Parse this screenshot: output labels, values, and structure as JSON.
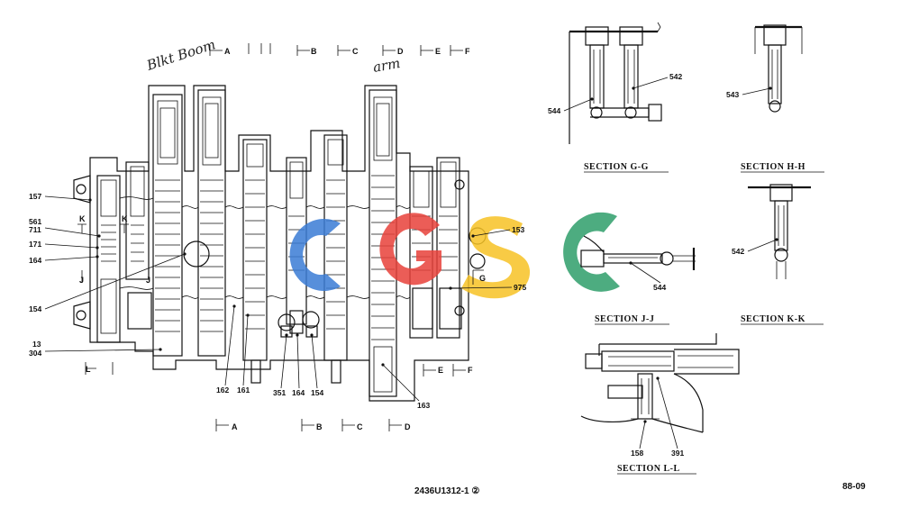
{
  "handwriting": {
    "boom": "Blkt Boom",
    "arm": "arm"
  },
  "cut_lines_top": [
    "A",
    "B",
    "C",
    "D",
    "E",
    "F"
  ],
  "cut_lines_bottom": [
    "A",
    "B",
    "C",
    "D",
    "E",
    "F",
    "L"
  ],
  "side_markers": [
    "K",
    "K",
    "J",
    "J",
    "G"
  ],
  "labels": {
    "l157": "157",
    "l561": "561",
    "l711": "711",
    "l171": "171",
    "l164a": "164",
    "l154a": "154",
    "l13": "13",
    "l304": "304",
    "l162": "162",
    "l161": "161",
    "l351": "351",
    "l164b": "164",
    "l154b": "154",
    "l163": "163",
    "l153": "153",
    "l975": "975",
    "l544a": "544",
    "l542a": "542",
    "l543": "543",
    "l542b": "542",
    "l544b": "544",
    "l158": "158",
    "l391": "391"
  },
  "sections": {
    "gg": "SECTION G-G",
    "hh": "SECTION H-H",
    "jj": "SECTION J-J",
    "kk": "SECTION K-K",
    "ll": "SECTION L-L"
  },
  "drawing_number": "2436U1312-1 ②",
  "page_number": "88-09",
  "watermark": {
    "text": "CGSC",
    "colors": [
      "#3a7bd5",
      "#e8413a",
      "#f7c325",
      "#2e9e6a"
    ]
  }
}
